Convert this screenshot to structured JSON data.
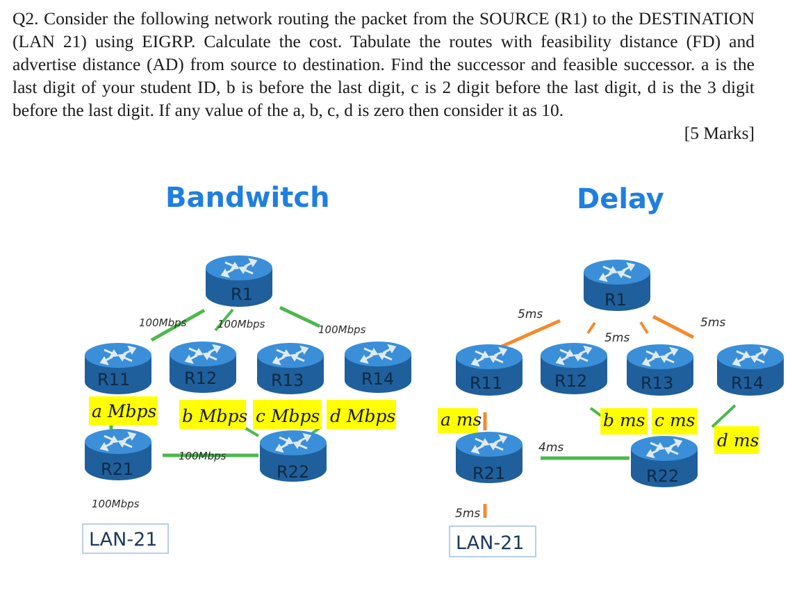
{
  "question": {
    "lines": [
      "Q2. Consider the following network routing the packet from the SOURCE (R1) to the DESTINATION (LAN 21) using EIGRP. Calculate the cost. Tabulate the routes with feasibility distance (FD) and advertise distance (AD) from source to destination. Find the successor and feasible successor. a is the last digit of your student ID, b is before the last digit, c is 2 digit before the last digit, d is the 3 digit before the last digit. If any value of the a, b, c, d is zero then consider it as 10."
    ],
    "marks": "[5 Marks]"
  },
  "bandwidth_diagram": {
    "title": "Bandwitch",
    "routers": [
      "R1",
      "R11",
      "R12",
      "R13",
      "R14",
      "R21",
      "R22"
    ],
    "links": [
      {
        "label": "100Mbps",
        "from": "R1",
        "to": "R11"
      },
      {
        "label": "100Mbps",
        "from": "R1",
        "to": "R12"
      },
      {
        "label": "100Mbps",
        "from": "R1",
        "to": "R14"
      },
      {
        "label": "a Mbps",
        "from": "R11",
        "to": "R21"
      },
      {
        "label": "b Mbps",
        "from": "R12",
        "to": "R22"
      },
      {
        "label": "c Mbps",
        "from": "R13",
        "to": "R22"
      },
      {
        "label": "d Mbps",
        "from": "R14",
        "to": "R22"
      },
      {
        "label": "100Mbps",
        "from": "R21",
        "to": "R22"
      },
      {
        "label": "100Mbps",
        "from": "R21",
        "to": "LAN-21"
      }
    ],
    "lan": "LAN-21"
  },
  "delay_diagram": {
    "title": "Delay",
    "routers": [
      "R1",
      "R11",
      "R12",
      "R13",
      "R14",
      "R21",
      "R22"
    ],
    "links": [
      {
        "label": "5ms",
        "from": "R1",
        "to": "R11"
      },
      {
        "label": "5ms",
        "from": "R1",
        "to": "R12"
      },
      {
        "label": "5ms",
        "from": "R1",
        "to": "R14"
      },
      {
        "label": "a ms",
        "from": "R11",
        "to": "R21"
      },
      {
        "label": "b ms",
        "from": "R12",
        "to": "R22"
      },
      {
        "label": "c ms",
        "from": "R13",
        "to": "R22"
      },
      {
        "label": "d ms",
        "from": "R14",
        "to": "R22"
      },
      {
        "label": "4ms",
        "from": "R21",
        "to": "R22"
      },
      {
        "label": "5ms",
        "from": "R21",
        "to": "LAN-21"
      }
    ],
    "lan": "LAN-21"
  },
  "colors": {
    "router_top": "#3a8fd8",
    "router_side": "#1f5f9c",
    "link_green": "#4cb84c",
    "link_orange": "#f58a2c",
    "highlight": "#ffff00",
    "title_blue": "#1f7fe0"
  }
}
